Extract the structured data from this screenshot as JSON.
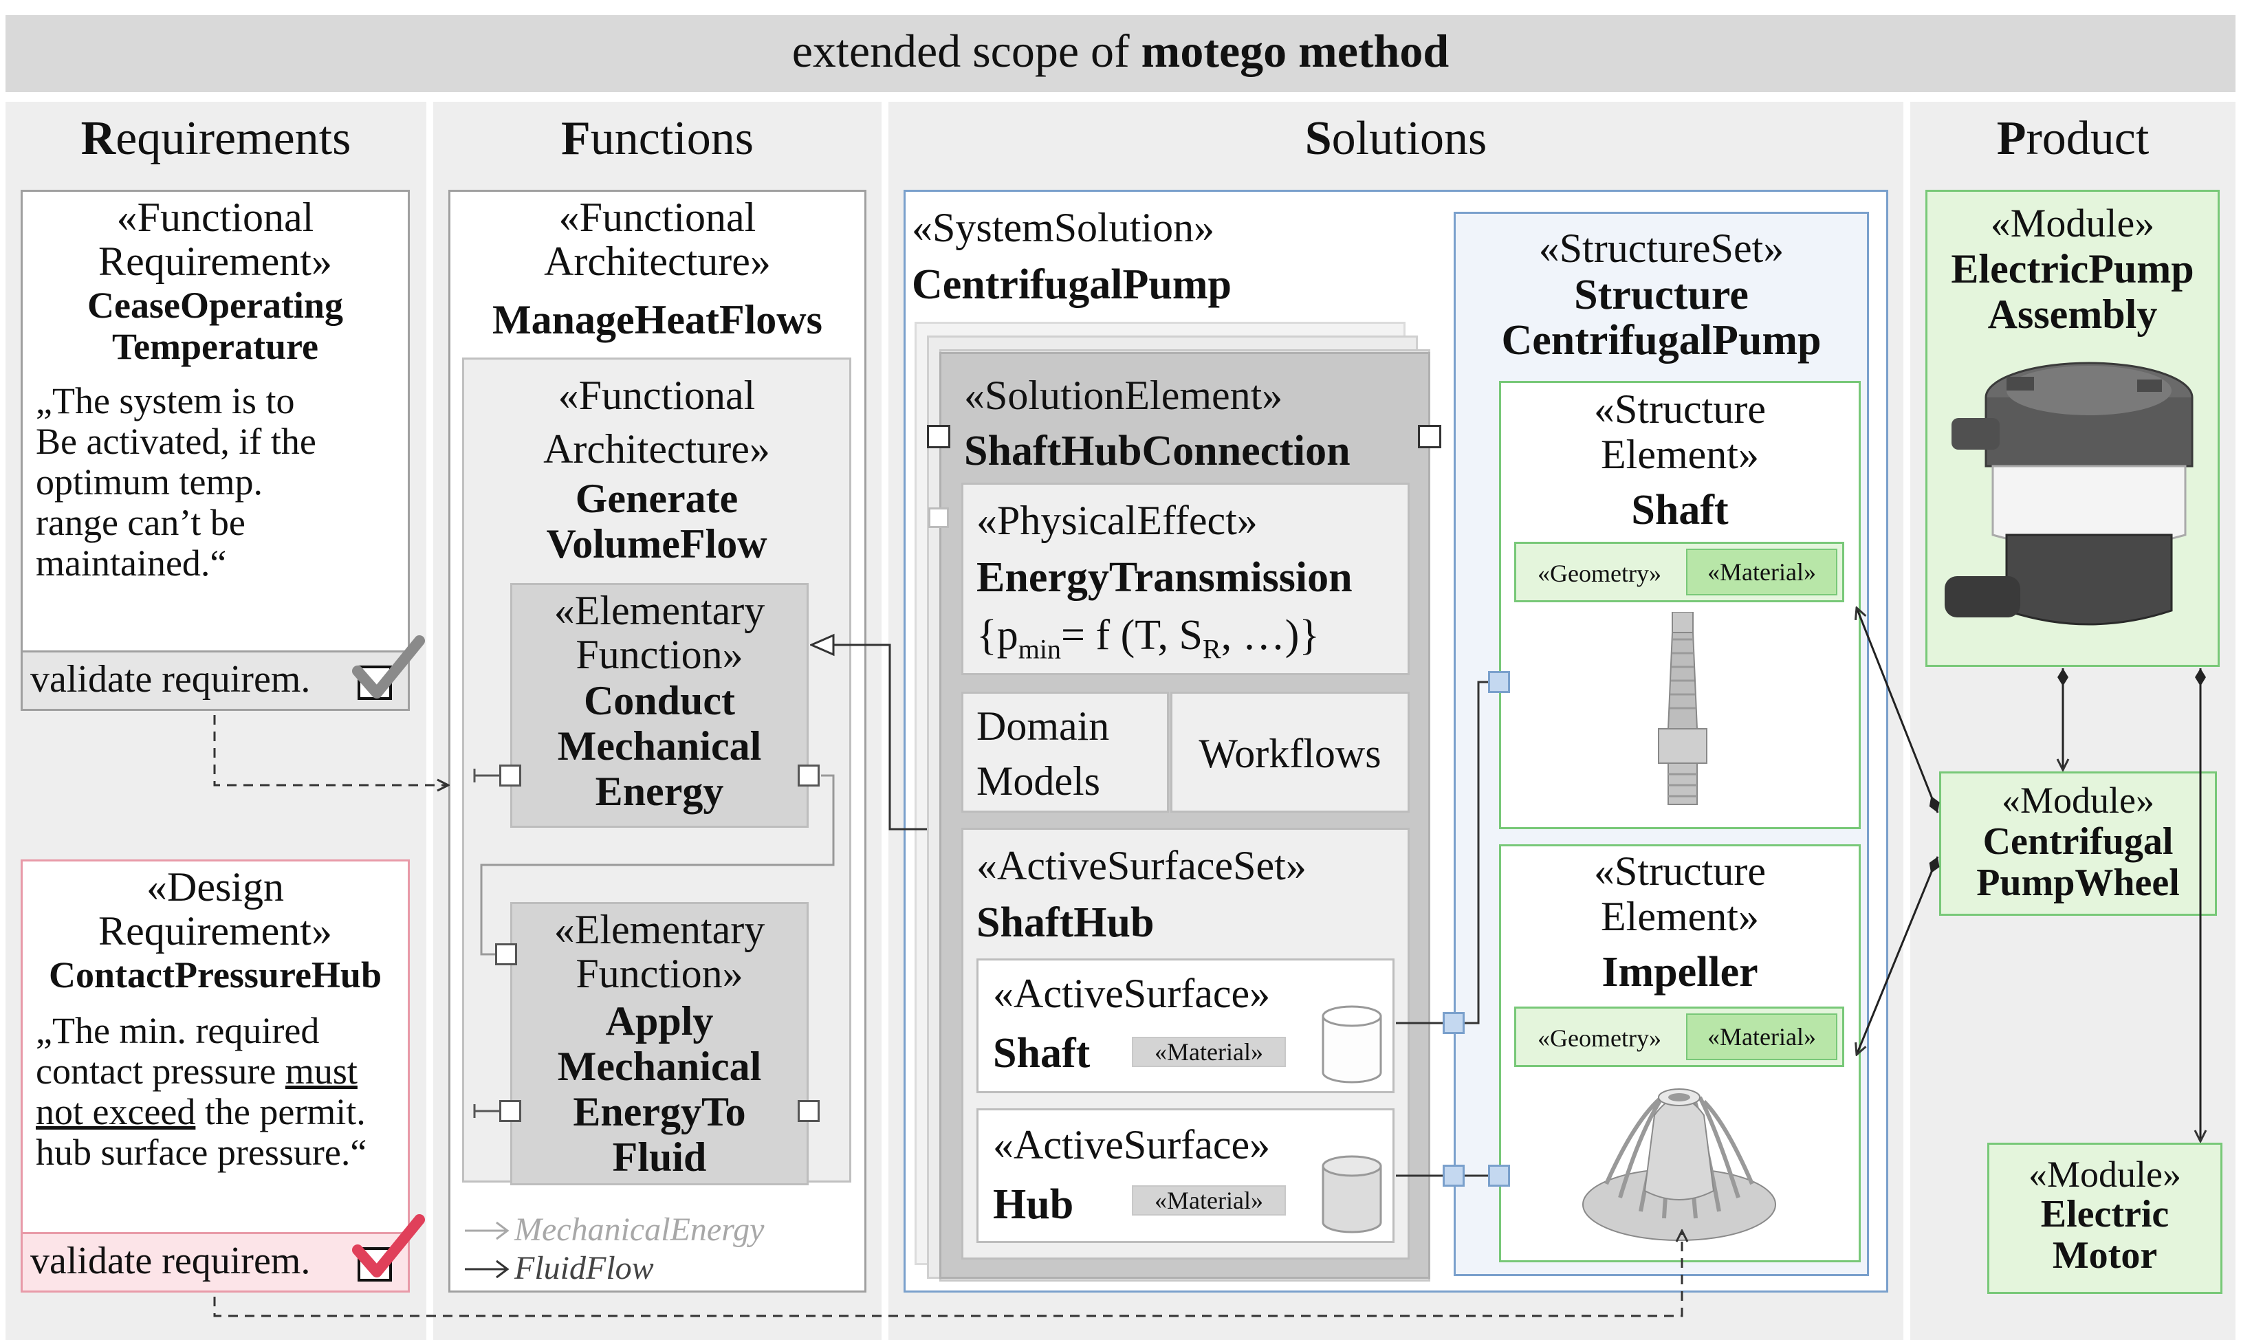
{
  "header": {
    "prefix": "extended scope of ",
    "bold": "motego method"
  },
  "columns": {
    "requirements": {
      "first": "R",
      "rest": "equirements"
    },
    "functions": {
      "first": "F",
      "rest": "unctions"
    },
    "solutions": {
      "first": "S",
      "rest": "olutions"
    },
    "product": {
      "first": "P",
      "rest": "roduct"
    }
  },
  "requirements": {
    "functional": {
      "stereo1": "«Functional",
      "stereo2": "Requirement»",
      "name1": "CeaseOperating",
      "name2": "Temperature",
      "text": [
        "„The system is to",
        "Be activated, if the",
        "optimum temp.",
        "range can’t be",
        "maintained.“"
      ],
      "validate": "validate requirem."
    },
    "design": {
      "stereo1": "«Design",
      "stereo2": "Requirement»",
      "name": "ContactPressureHub",
      "text1": "„The min. required",
      "text2a": "contact pressure ",
      "text2b": "must",
      "text3a": "not exceed",
      "text3b": " the permit.",
      "text4": "hub surface pressure.“",
      "validate": "validate requirem."
    }
  },
  "functions": {
    "outer": {
      "stereo1": "«Functional",
      "stereo2": "Architecture»",
      "name": "ManageHeatFlows"
    },
    "inner": {
      "stereo1": "«Functional",
      "stereo2": "Architecture»",
      "name1": "Generate",
      "name2": "VolumeFlow"
    },
    "ef1": {
      "stereo1": "«Elementary",
      "stereo2": "Function»",
      "name1": "Conduct",
      "name2": "Mechanical",
      "name3": "Energy"
    },
    "ef2": {
      "stereo1": "«Elementary",
      "stereo2": "Function»",
      "name1": "Apply",
      "name2": "Mechanical",
      "name3": "EnergyTo",
      "name4": "Fluid"
    },
    "legend1": "MechanicalEnergy",
    "legend2": "FluidFlow"
  },
  "solutions": {
    "system": {
      "stereo": "«SystemSolution»",
      "name": "CentrifugalPump"
    },
    "element": {
      "stereo": "«SolutionElement»",
      "name": "ShaftHubConnection"
    },
    "effect": {
      "stereo": "«PhysicalEffect»",
      "name": "EnergyTransmission",
      "formula_a": "{p",
      "formula_sub1": "min",
      "formula_b": "= f (T, S",
      "formula_sub2": "R",
      "formula_c": ", …)}"
    },
    "domain": {
      "line1": "Domain",
      "line2": "Models"
    },
    "workflows": "Workflows",
    "surfaceset": {
      "stereo": "«ActiveSurfaceSet»",
      "name": "ShaftHub"
    },
    "surf1": {
      "stereo": "«ActiveSurface»",
      "name": "Shaft",
      "material": "«Material»"
    },
    "surf2": {
      "stereo": "«ActiveSurface»",
      "name": "Hub",
      "material": "«Material»"
    },
    "structureset": {
      "stereo": "«StructureSet»",
      "name1": "Structure",
      "name2": "CentrifugalPump"
    },
    "se1": {
      "stereo1": "«Structure",
      "stereo2": "Element»",
      "name": "Shaft",
      "geometry": "«Geometry»",
      "material": "«Material»"
    },
    "se2": {
      "stereo1": "«Structure",
      "stereo2": "Element»",
      "name": "Impeller",
      "geometry": "«Geometry»",
      "material": "«Material»"
    }
  },
  "product": {
    "assembly": {
      "stereo": "«Module»",
      "name1": "ElectricPump",
      "name2": "Assembly"
    },
    "wheel": {
      "stereo": "«Module»",
      "name1": "Centrifugal",
      "name2": "PumpWheel"
    },
    "motor": {
      "stereo": "«Module»",
      "name1": "Electric",
      "name2": "Motor"
    }
  },
  "colors": {
    "green": "#78c878",
    "greenFill": "#e4f5dc",
    "blue": "#7aa0cc",
    "pink": "#e89aa8",
    "check_red": "#e0405a",
    "check_gray": "#8a8a8a"
  }
}
